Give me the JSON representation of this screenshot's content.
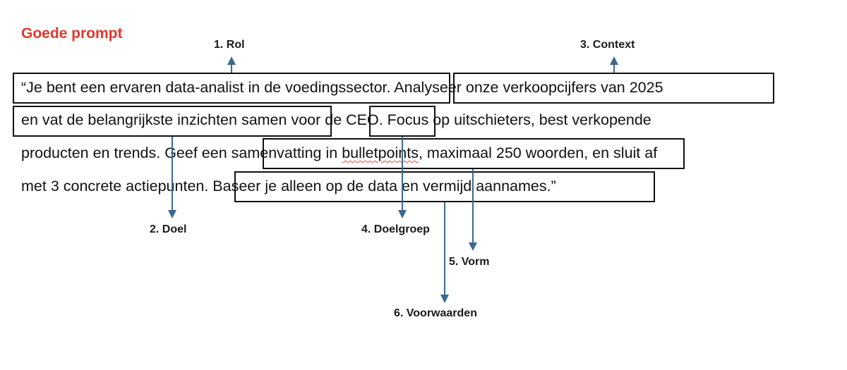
{
  "title": "Goede prompt",
  "prompt_lines": [
    "“Je bent een ervaren data-analist in de voedingssector. Analyseer onze verkoopcijfers van 2025",
    "en vat de belangrijkste inzichten samen voor de CEO. Focus op uitschieters, best verkopende",
    "producten en trends. Geef een samenvatting in bulletpoints, maximaal 250 woorden, en sluit af",
    "met 3 concrete actiepunten. Baseer je alleen op de data en vermijd aannames.”"
  ],
  "line3_parts": {
    "a": "producten en trends. Geef een samenvatting in ",
    "b": "bulletpoints",
    "c": ", maximaal 250 woorden, en sluit af"
  },
  "components": [
    {
      "label": "1. Rol",
      "text": "Je bent een ervaren data-analist in de voedingssector."
    },
    {
      "label": "2. Doel",
      "text": "en vat de belangrijkste inzichten samen"
    },
    {
      "label": "3. Context",
      "text": "Analyseer onze verkoopcijfers van 2025"
    },
    {
      "label": "4. Doelgroep",
      "text": "de CEO"
    },
    {
      "label": "5. Vorm",
      "text": "samenvatting in bulletpoints, maximaal 250 woorden"
    },
    {
      "label": "6. Voorwaarden",
      "text": "Baseer je alleen op de data en vermijd aannames."
    }
  ],
  "colors": {
    "title": "#e0382b",
    "arrow": "#3a6a8f",
    "box_border": "#111111"
  }
}
